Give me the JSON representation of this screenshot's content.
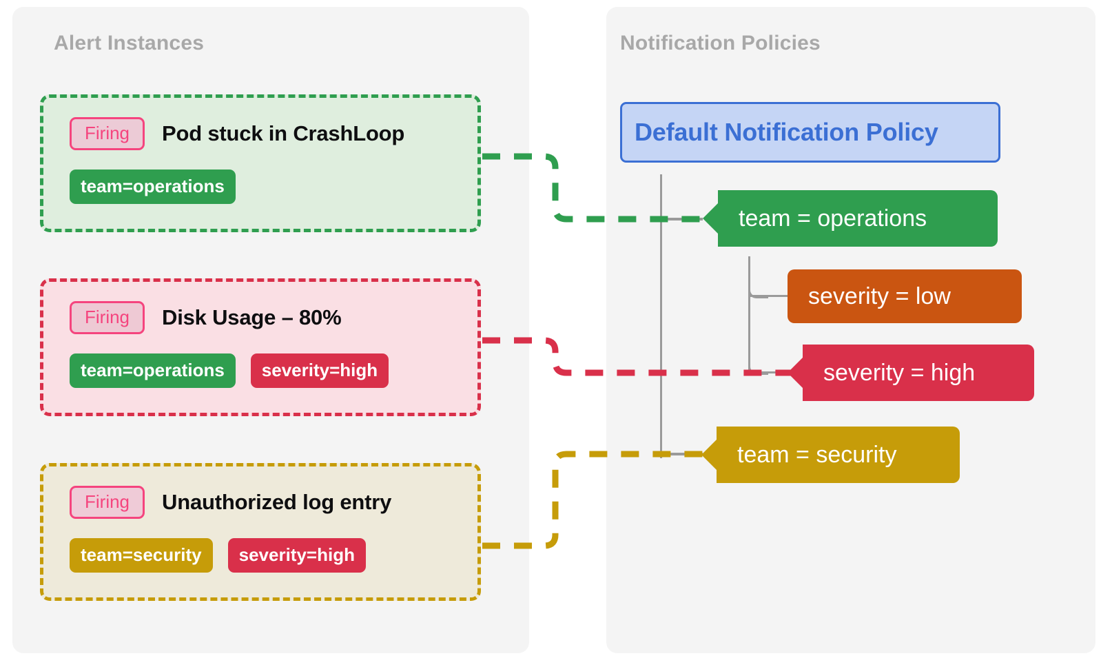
{
  "colors": {
    "panel_bg": "#f4f4f4",
    "green": "#2f9e4f",
    "crimson": "#d9304a",
    "gold": "#c69c09",
    "orange": "#ca5511",
    "blue": "#3b6fd4",
    "blue_fill": "#c5d5f5",
    "pink": "#f5447e",
    "tree_line": "#9a9a9a",
    "title_gray": "#a8a8a8"
  },
  "left_panel": {
    "title": "Alert Instances",
    "alerts": [
      {
        "state": "Firing",
        "title": "Pod stuck in CrashLoop",
        "labels": [
          {
            "text": "team=operations",
            "color": "green"
          }
        ],
        "accent": "green"
      },
      {
        "state": "Firing",
        "title": "Disk Usage – 80%",
        "labels": [
          {
            "text": "team=operations",
            "color": "green"
          },
          {
            "text": "severity=high",
            "color": "crimson"
          }
        ],
        "accent": "crimson"
      },
      {
        "state": "Firing",
        "title": "Unauthorized log entry",
        "labels": [
          {
            "text": "team=security",
            "color": "gold"
          },
          {
            "text": "severity=high",
            "color": "crimson"
          }
        ],
        "accent": "gold"
      }
    ]
  },
  "right_panel": {
    "title": "Notification Policies",
    "root_policy": "Default Notification Policy",
    "policies": [
      {
        "label": "team = operations",
        "color": "green",
        "depth": 1,
        "notched": true
      },
      {
        "label": "severity = low",
        "color": "orange",
        "depth": 2,
        "notched": false
      },
      {
        "label": "severity = high",
        "color": "crimson",
        "depth": 2,
        "notched": true
      },
      {
        "label": "team = security",
        "color": "gold",
        "depth": 1,
        "notched": true
      }
    ]
  },
  "connections": [
    {
      "from": "Pod stuck in CrashLoop",
      "to": "team = operations",
      "color": "green"
    },
    {
      "from": "Disk Usage – 80%",
      "to": "severity = high",
      "color": "crimson"
    },
    {
      "from": "Unauthorized log entry",
      "to": "team = security",
      "color": "gold"
    }
  ]
}
